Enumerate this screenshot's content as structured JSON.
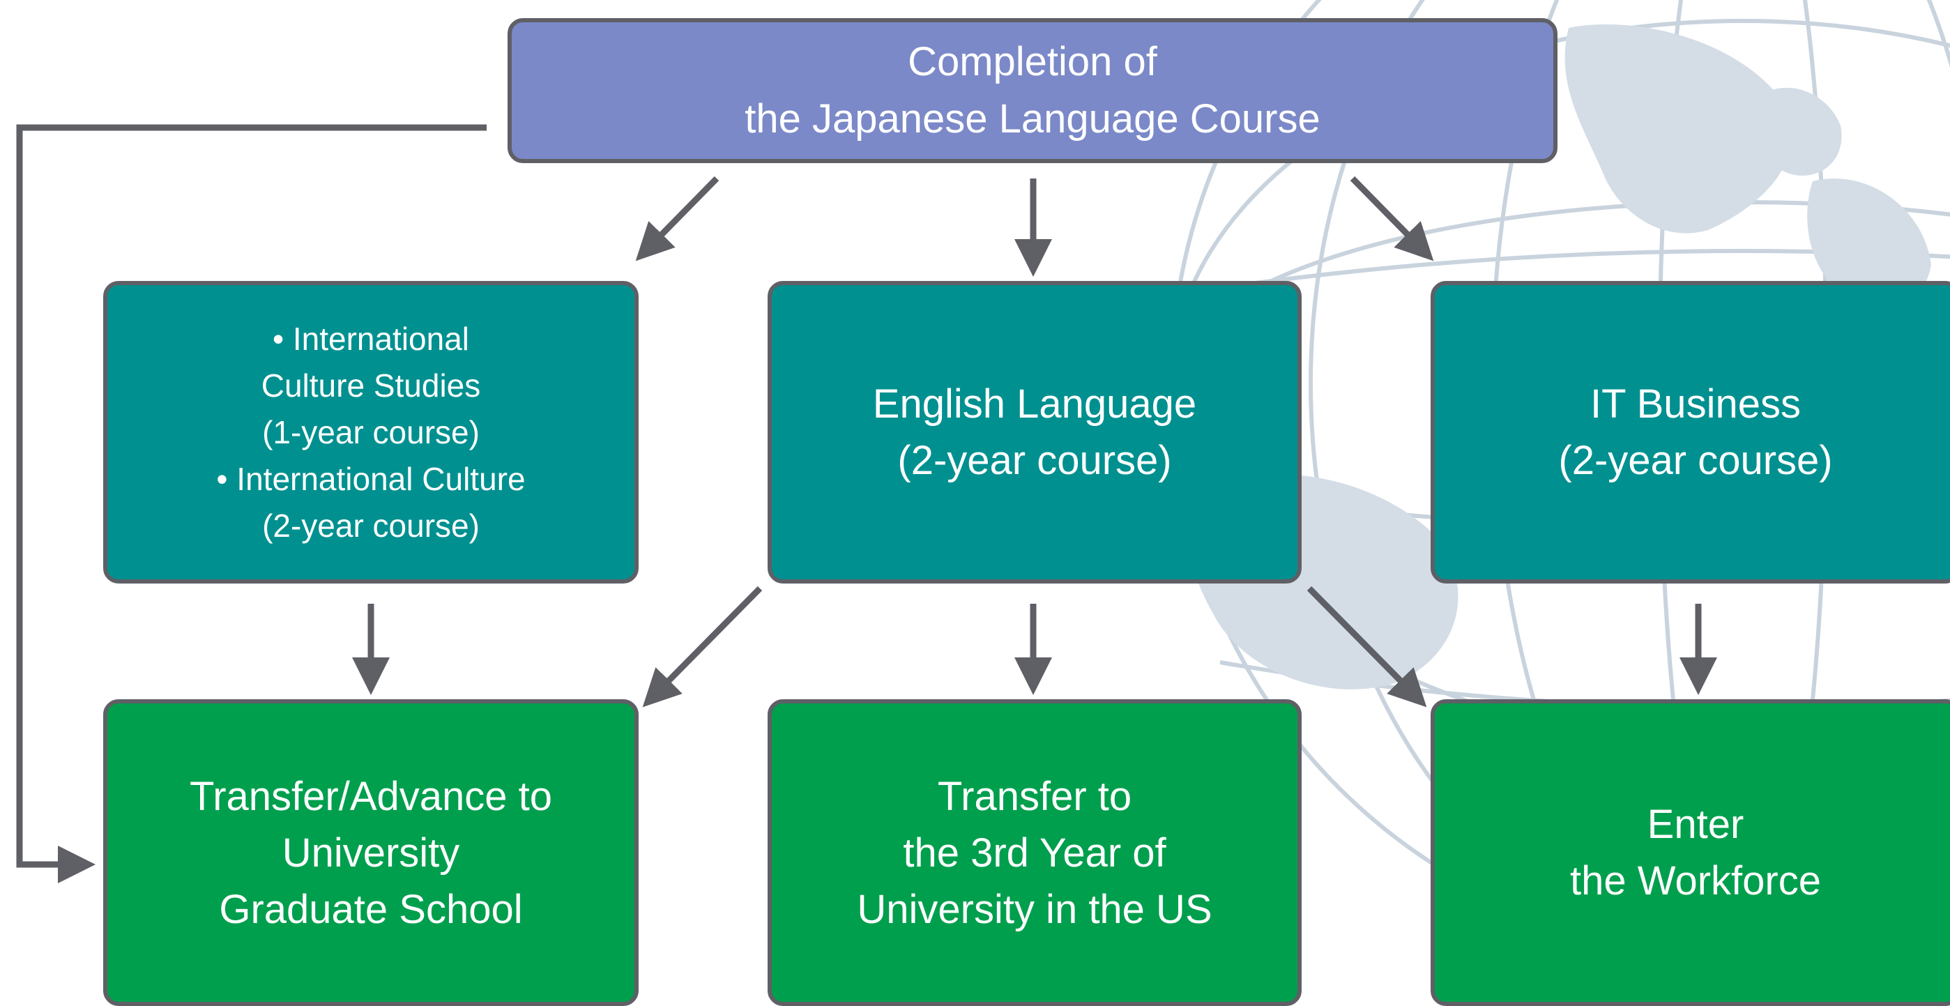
{
  "diagram": {
    "top": {
      "lines": [
        "Completion of",
        "the Japanese Language Course"
      ]
    },
    "middle": [
      {
        "lines": [
          "• International",
          "Culture Studies",
          "(1-year course)",
          "• International Culture",
          "(2-year course)"
        ]
      },
      {
        "lines": [
          "English Language",
          "(2-year course)"
        ]
      },
      {
        "lines": [
          "IT Business",
          "(2-year course)"
        ]
      }
    ],
    "bottom": [
      {
        "lines": [
          "Transfer/Advance to",
          "University",
          "Graduate School"
        ]
      },
      {
        "lines": [
          "Transfer to",
          "the 3rd Year of",
          "University in the US"
        ]
      },
      {
        "lines": [
          "Enter",
          "the Workforce"
        ]
      }
    ]
  },
  "colors": {
    "top_box": "#7b89c8",
    "course_box": "#009090",
    "outcome_box": "#009f4d",
    "arrow": "#5f5f66",
    "border": "#5f5f66"
  }
}
